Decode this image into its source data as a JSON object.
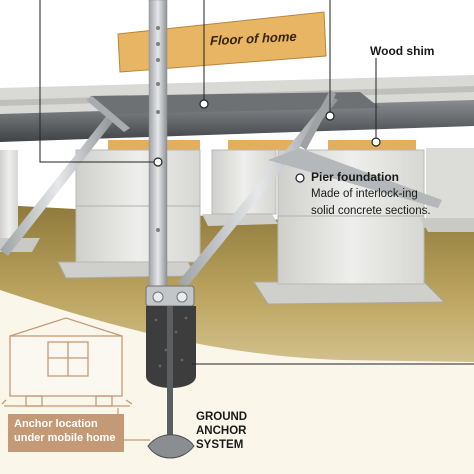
{
  "labels": {
    "floor_of_home": "Floor of home",
    "wood_shim": "Wood shim",
    "pier_foundation_title": "Pier foundation",
    "pier_foundation_desc": "Made of interlock-ing solid concrete sections.",
    "ground_anchor_system": "GROUND ANCHOR SYSTEM",
    "anchor_location": "Anchor location under mobile home"
  },
  "colors": {
    "wood": "#e7b563",
    "ground": "#bda661",
    "concrete": "#e4e4e2",
    "steel_beam": "#5f6366",
    "label_box": "#c49a76"
  }
}
